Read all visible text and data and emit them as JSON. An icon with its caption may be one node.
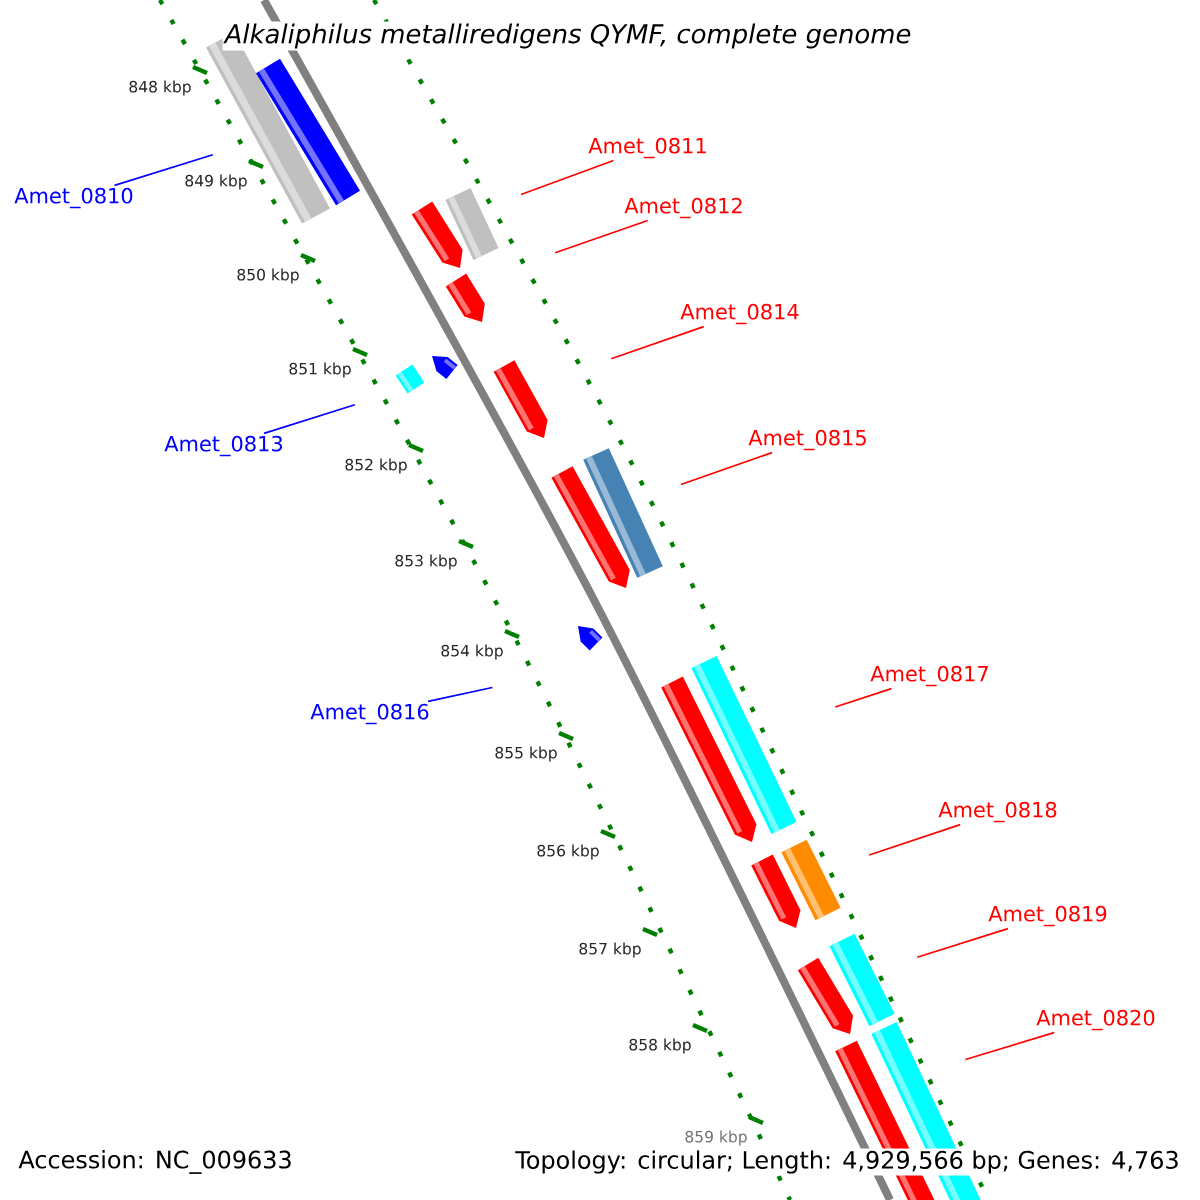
{
  "diagram": {
    "title": "Alkaliphilus metalliredigens QYMF, complete genome",
    "nodes": [
      {
        "text": [
          "Amet_0810"
        ]
      },
      {
        "text": [
          "Amet_0811"
        ]
      },
      {
        "text": [
          "Amet_0812"
        ]
      },
      {
        "text": [
          "Amet_0813"
        ]
      },
      {
        "text": [
          "Amet_0814"
        ]
      },
      {
        "text": [
          "Amet_0815"
        ]
      },
      {
        "text": [
          "Amet_0816"
        ]
      },
      {
        "text": [
          "Amet_0817"
        ]
      },
      {
        "text": [
          "Amet_0818"
        ]
      },
      {
        "text": [
          "Amet_0819"
        ]
      },
      {
        "text": [
          "Amet_0820"
        ]
      }
    ],
    "edges": [
      {
        "from": 0,
        "to": null,
        "arrow": "none",
        "color": "#0000ff"
      },
      {
        "from": 1,
        "to": null,
        "arrow": "none"
      },
      {
        "from": 2,
        "to": null,
        "arrow": "none"
      },
      {
        "from": 3,
        "to": null,
        "arrow": "none",
        "color": "#0000ff"
      },
      {
        "from": 4,
        "to": null,
        "arrow": "none"
      },
      {
        "from": 5,
        "to": null,
        "arrow": "none"
      },
      {
        "from": 6,
        "to": null,
        "arrow": "none",
        "color": "#0000ff"
      },
      {
        "from": 7,
        "to": null,
        "arrow": "none"
      },
      {
        "from": 8,
        "to": null,
        "arrow": "none"
      },
      {
        "from": 9,
        "to": null,
        "arrow": "none"
      },
      {
        "from": 10,
        "to": null,
        "arrow": "none"
      }
    ],
    "labels": [
      "848 kbp",
      "849 kbp",
      "850 kbp",
      "851 kbp",
      "852 kbp",
      "853 kbp",
      "854 kbp",
      "855 kbp",
      "856 kbp",
      "857 kbp",
      "858 kbp",
      "859 kbp",
      "Accession: NC_009633",
      "Topology: circular; Length: 4,929,566 bp; Genes: 4,763"
    ]
  }
}
